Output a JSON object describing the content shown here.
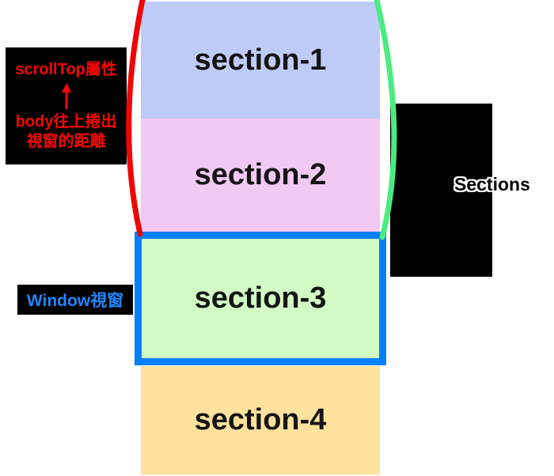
{
  "diagram_title": "scrollTop viewport diagram",
  "sections": [
    {
      "label": "section-1",
      "fill": "#bfcbf7"
    },
    {
      "label": "section-2",
      "fill": "#f1c9f2"
    },
    {
      "label": "section-3",
      "fill": "#d2fac4"
    },
    {
      "label": "section-4",
      "fill": "#fee19c"
    }
  ],
  "annotations": {
    "scrolltop_label": {
      "line1": "scrollTop屬性",
      "arrow_icon": "up-arrow",
      "line2": "body往上捲出",
      "line3": "視窗的距離",
      "text_color": "#f90606",
      "background": "#000000"
    },
    "window_label": {
      "text": "Window視窗",
      "text_color": "#1f87ff",
      "background": "#000000"
    },
    "right_label": {
      "text": "Sections",
      "fill_color": "#000000",
      "outline_color": "#ffffff",
      "background": "#000000"
    }
  },
  "window_box": {
    "border_color": "#0580fa",
    "content": "section-3"
  },
  "brackets": {
    "left_color": "#ee0505",
    "right_color": "#4beb81"
  }
}
